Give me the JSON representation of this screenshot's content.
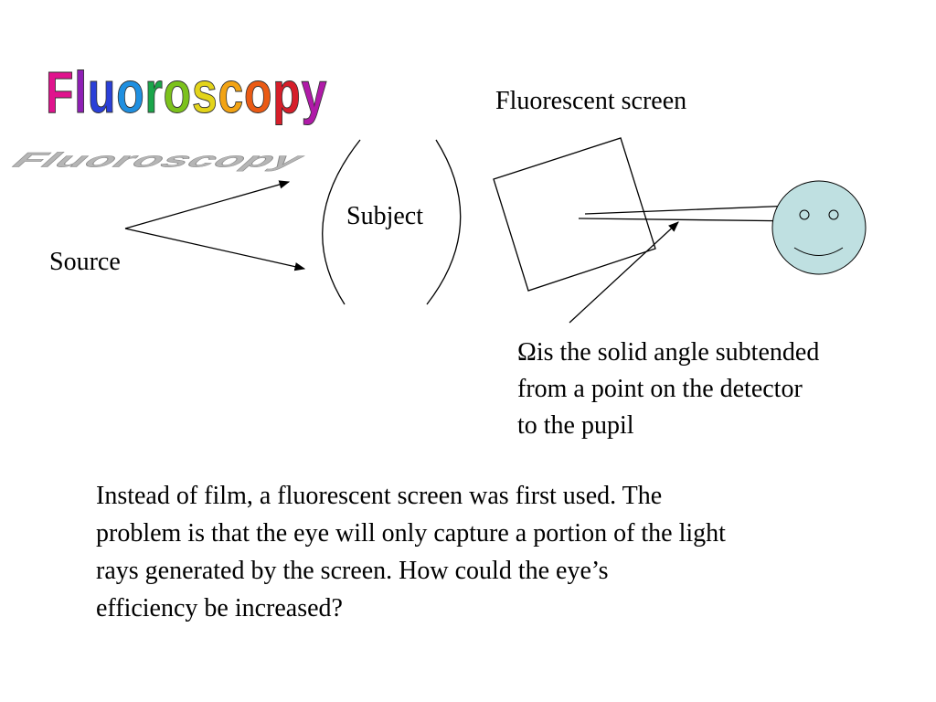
{
  "slide": {
    "title": "Fluoroscopy",
    "title_letter_colors": [
      "#e0138d",
      "#8e1fb5",
      "#2a3fd8",
      "#1f8fe0",
      "#1aa64a",
      "#7cc21c",
      "#e3d41a",
      "#f2a313",
      "#ea5a14",
      "#d61e2a",
      "#b01aa8"
    ],
    "labels": {
      "fluorescent_screen": "Fluorescent screen",
      "subject": "Subject",
      "source": "Source"
    },
    "note": {
      "symbol": "Ω",
      "lines": [
        "is the solid angle subtended",
        "from a point on the detector",
        "to the pupil"
      ]
    },
    "body_lines": [
      "Instead of film, a fluorescent screen was first used.  The",
      "problem is that the eye will only capture a portion of the light",
      "rays generated by the screen.   How could the eye’s",
      "efficiency be increased?"
    ],
    "colors": {
      "face_fill": "#bfe0e1",
      "line": "#000000"
    },
    "icons": [
      "smiley-face-eye"
    ]
  }
}
